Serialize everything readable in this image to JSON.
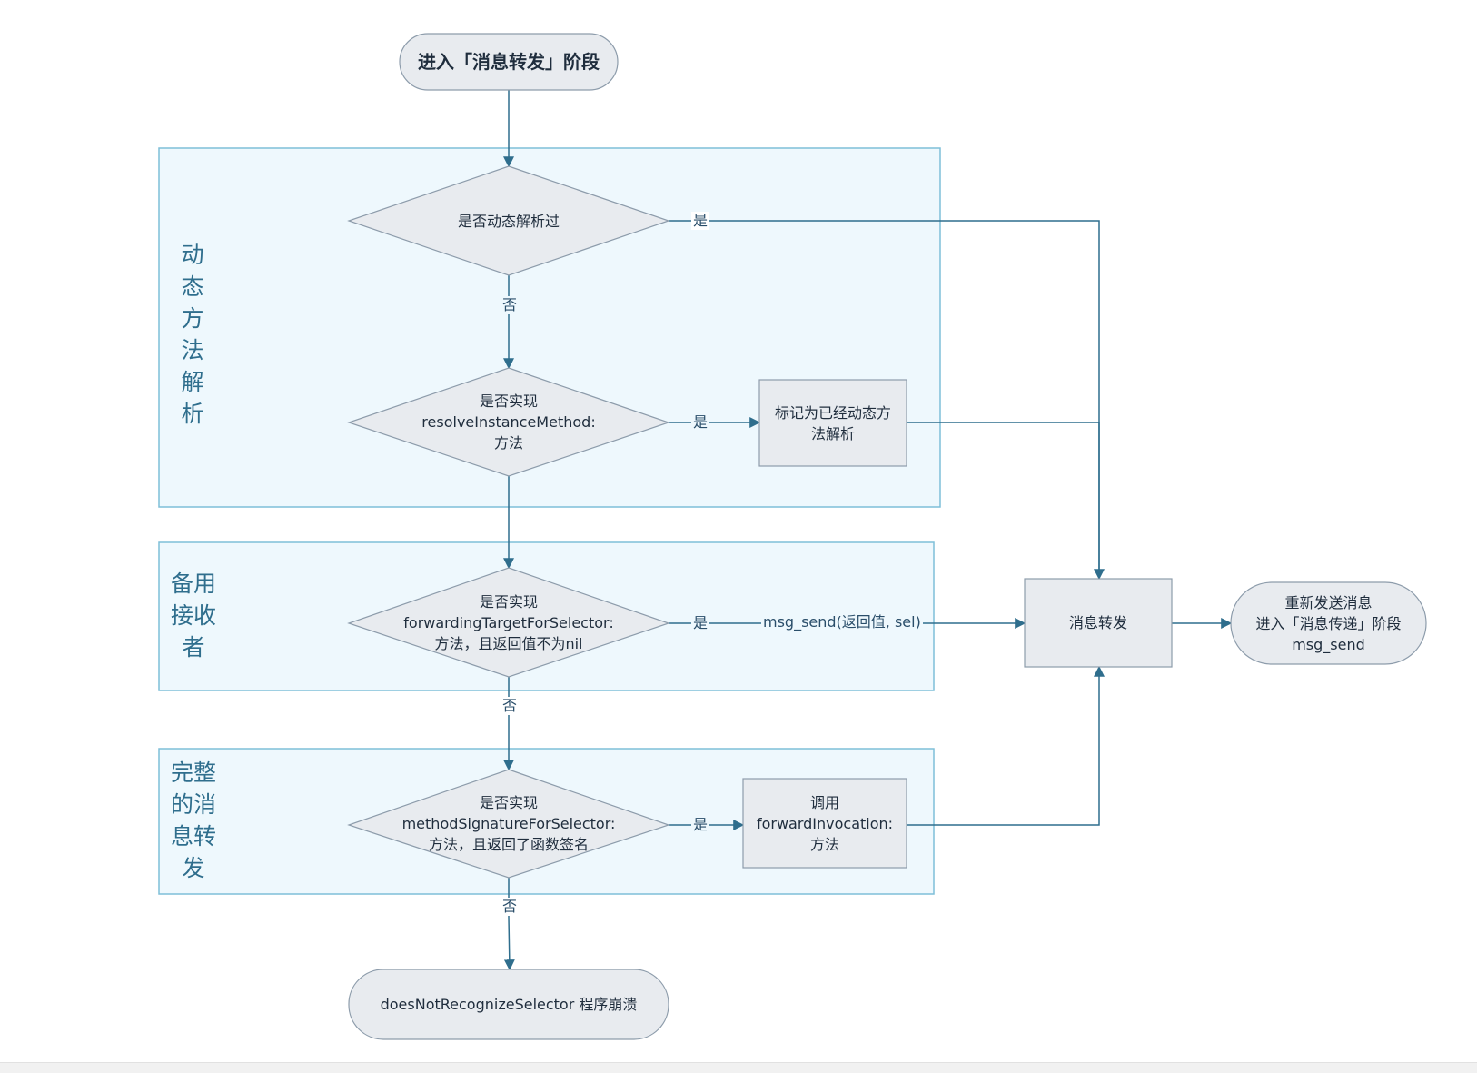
{
  "groups": {
    "dynamic": "动\n态\n方\n法\n解\n析",
    "backup": "备用\n接收\n者",
    "full": "完整\n的消\n息转\n发"
  },
  "nodes": {
    "start": "进入「消息转发」阶段",
    "d1": "是否动态解析过",
    "d2": "是否实现\nresolveInstanceMethod:\n方法",
    "mark": "标记为已经动态方\n法解析",
    "d3": "是否实现\nforwardingTargetForSelector:\n方法，且返回值不为nil",
    "d4": "是否实现\nmethodSignatureForSelector:\n方法，且返回了函数签名",
    "invoke": "调用\nforwardInvocation:\n方法",
    "forward": "消息转发",
    "resend": "重新发送消息\n进入「消息传递」阶段\nmsg_send",
    "crash": "doesNotRecognizeSelector 程序崩溃"
  },
  "edges": {
    "yes": "是",
    "no": "否",
    "msg_send": "msg_send(返回值, sel)"
  },
  "colors": {
    "group_fill": "#eef8fd",
    "group_stroke": "#7fbfd8",
    "node_fill": "#e8ebef",
    "node_stroke": "#8d9cab",
    "edge": "#2f6e8d"
  }
}
